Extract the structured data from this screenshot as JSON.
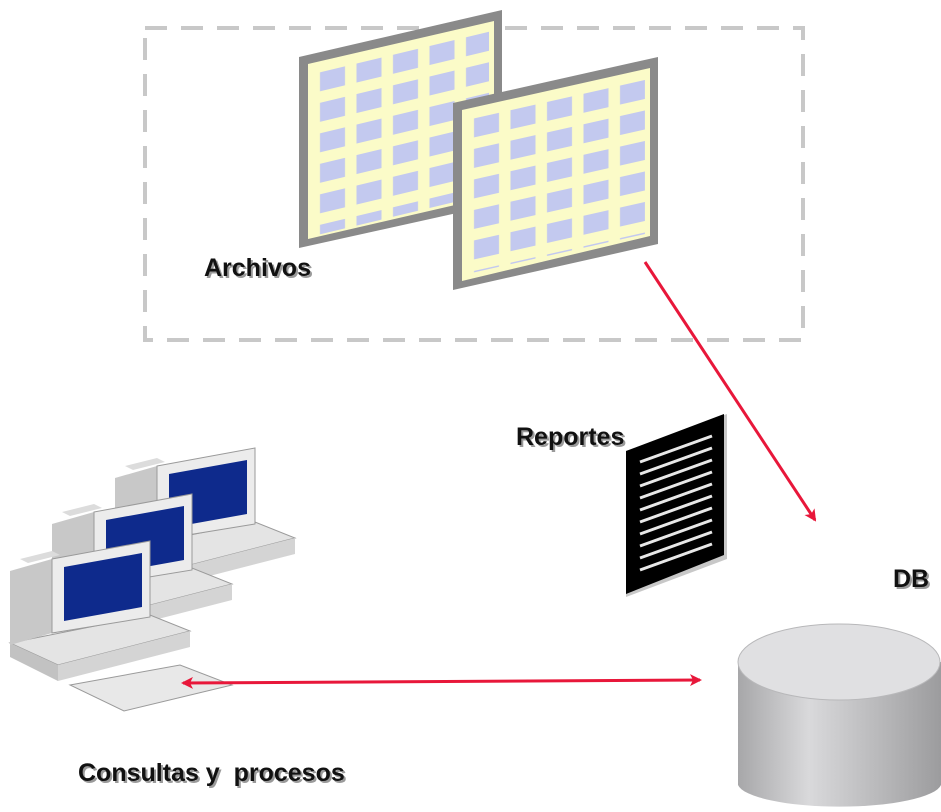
{
  "labels": {
    "archivos": "Archivos",
    "reportes": "Reportes",
    "db": "DB",
    "consultas": "Consultas y  procesos"
  },
  "colors": {
    "arrow": "#e8173a",
    "dashed_frame": "#c8c8c8",
    "spreadsheet_cell": "#c3c9ef",
    "spreadsheet_grid": "#fbfbc8",
    "spreadsheet_frame": "#8a8a8a",
    "screen": "#0e2a8c",
    "cylinder": "#c4c4c6"
  },
  "icons": {
    "files": "spreadsheet-icon",
    "report": "report-document-icon",
    "computers": "desktop-computer-icon",
    "database": "database-cylinder-icon"
  }
}
